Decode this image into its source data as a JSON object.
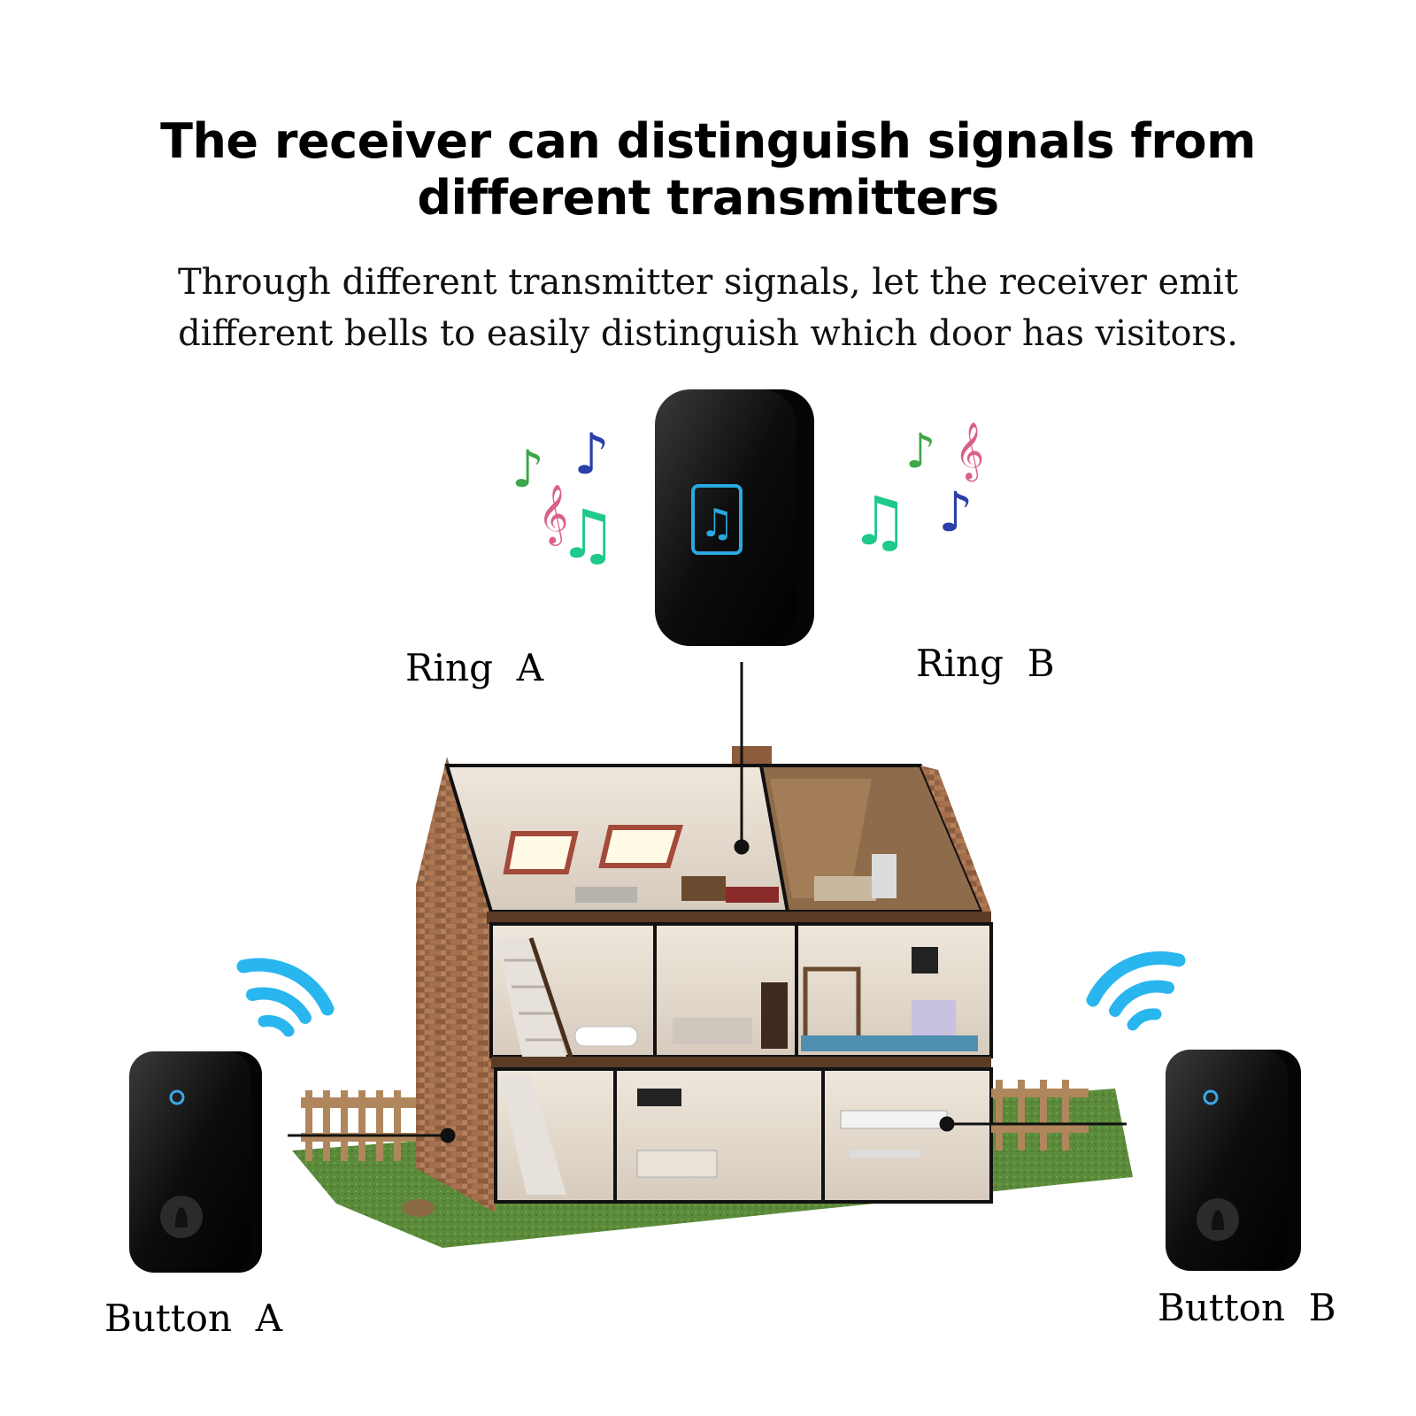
{
  "headline": {
    "line1": "The receiver can distinguish signals from",
    "line2": "different transmitters"
  },
  "description": {
    "line1": "Through different transmitter signals, let the receiver emit",
    "line2": "different bells to easily distinguish which door has visitors."
  },
  "labels": {
    "ring_a": "Ring  A",
    "ring_b": "Ring  B",
    "button_a": "Button  A",
    "button_b": "Button  B"
  },
  "icons": {
    "receiver": "music-note-icon",
    "signal": "wifi-signal-icon",
    "notes": "music-notes-icon"
  },
  "colors": {
    "device_body": "#111111",
    "receiver_icon": "#2aa9e0",
    "signal_wave": "#29b6ef",
    "note_green": "#3ea64a",
    "note_teal": "#1fc98a",
    "note_blue": "#2a3fa8",
    "note_pink": "#d9608a",
    "button_led": "#3aa8e8"
  }
}
